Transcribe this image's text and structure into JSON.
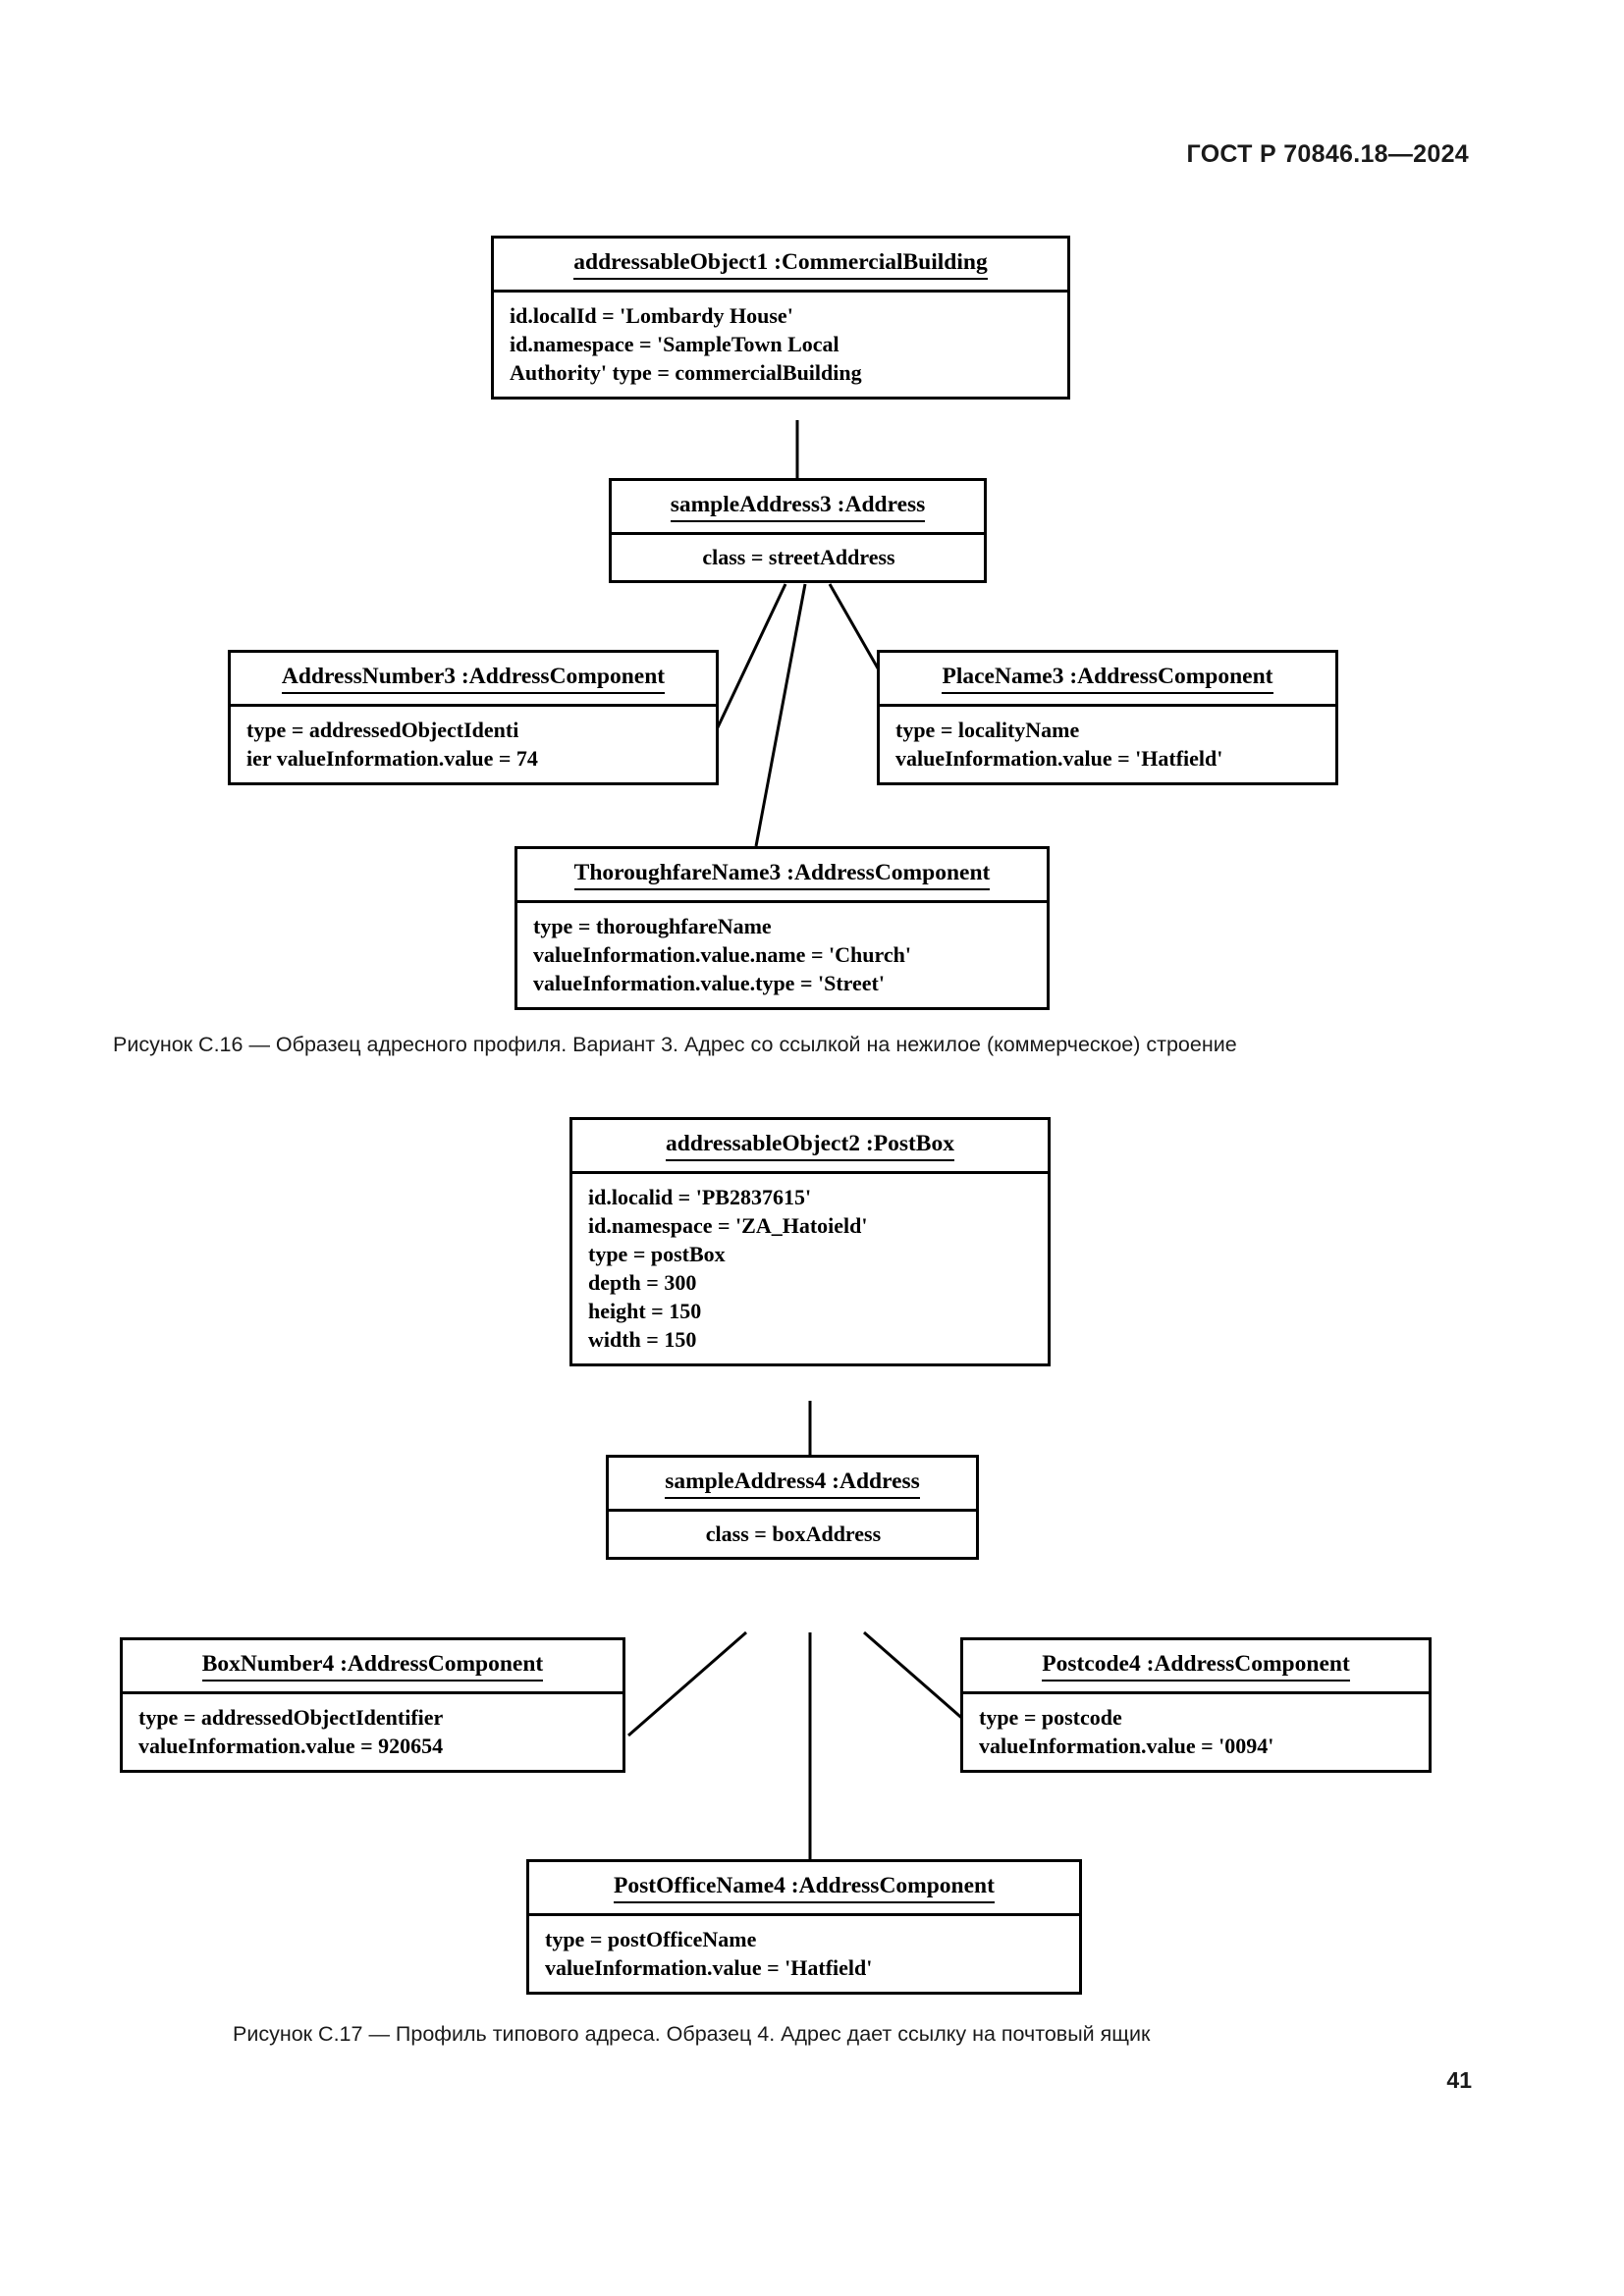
{
  "header": {
    "standard_title": "ГОСТ Р 70846.18—2024"
  },
  "footer": {
    "page_number": "41"
  },
  "figures": [
    {
      "id": "C.16",
      "caption": "Рисунок С.16 — Образец адресного профиля. Вариант 3. Адрес со ссылкой на нежилое (коммерческое) строение",
      "nodes": {
        "addressable_object": {
          "title": "addressableObject1 :CommercialBuilding",
          "attributes": "id.localId = 'Lombardy House'\nid.namespace = 'SampleTown Local\nAuthority' type = commercialBuilding"
        },
        "address": {
          "title": "sampleAddress3 :Address",
          "attributes": "class = streetAddress"
        },
        "address_number": {
          "title": "AddressNumber3 :AddressComponent",
          "attributes": "type = addressedObjectIdenti\nier valueInformation.value = 74"
        },
        "place_name": {
          "title": "PlaceName3 :AddressComponent",
          "attributes": "type = localityName\nvalueInformation.value = 'Hatfield'"
        },
        "thoroughfare_name": {
          "title": "ThoroughfareName3 :AddressComponent",
          "attributes": "type = thoroughfareName\nvalueInformation.value.name = 'Church'\nvalueInformation.value.type = 'Street'"
        }
      }
    },
    {
      "id": "C.17",
      "caption": "Рисунок С.17 — Профиль типового адреса. Образец 4. Адрес дает ссылку на почтовый ящик",
      "nodes": {
        "addressable_object": {
          "title": "addressableObject2 :PostBox",
          "attributes": "id.localid = 'PB2837615'\nid.namespace = 'ZA_Hatoield'\ntype = postBox\ndepth = 300\nheight = 150\nwidth = 150"
        },
        "address": {
          "title": "sampleAddress4 :Address",
          "attributes": "class = boxAddress"
        },
        "box_number": {
          "title": "BoxNumber4 :AddressComponent",
          "attributes": "type = addressedObjectIdentifier\nvalueInformation.value = 920654"
        },
        "postcode": {
          "title": "Postcode4 :AddressComponent",
          "attributes": "type = postcode\nvalueInformation.value = '0094'"
        },
        "post_office_name": {
          "title": "PostOfficeName4 :AddressComponent",
          "attributes": "type = postOfficeName\nvalueInformation.value = 'Hatfield'"
        }
      }
    }
  ]
}
